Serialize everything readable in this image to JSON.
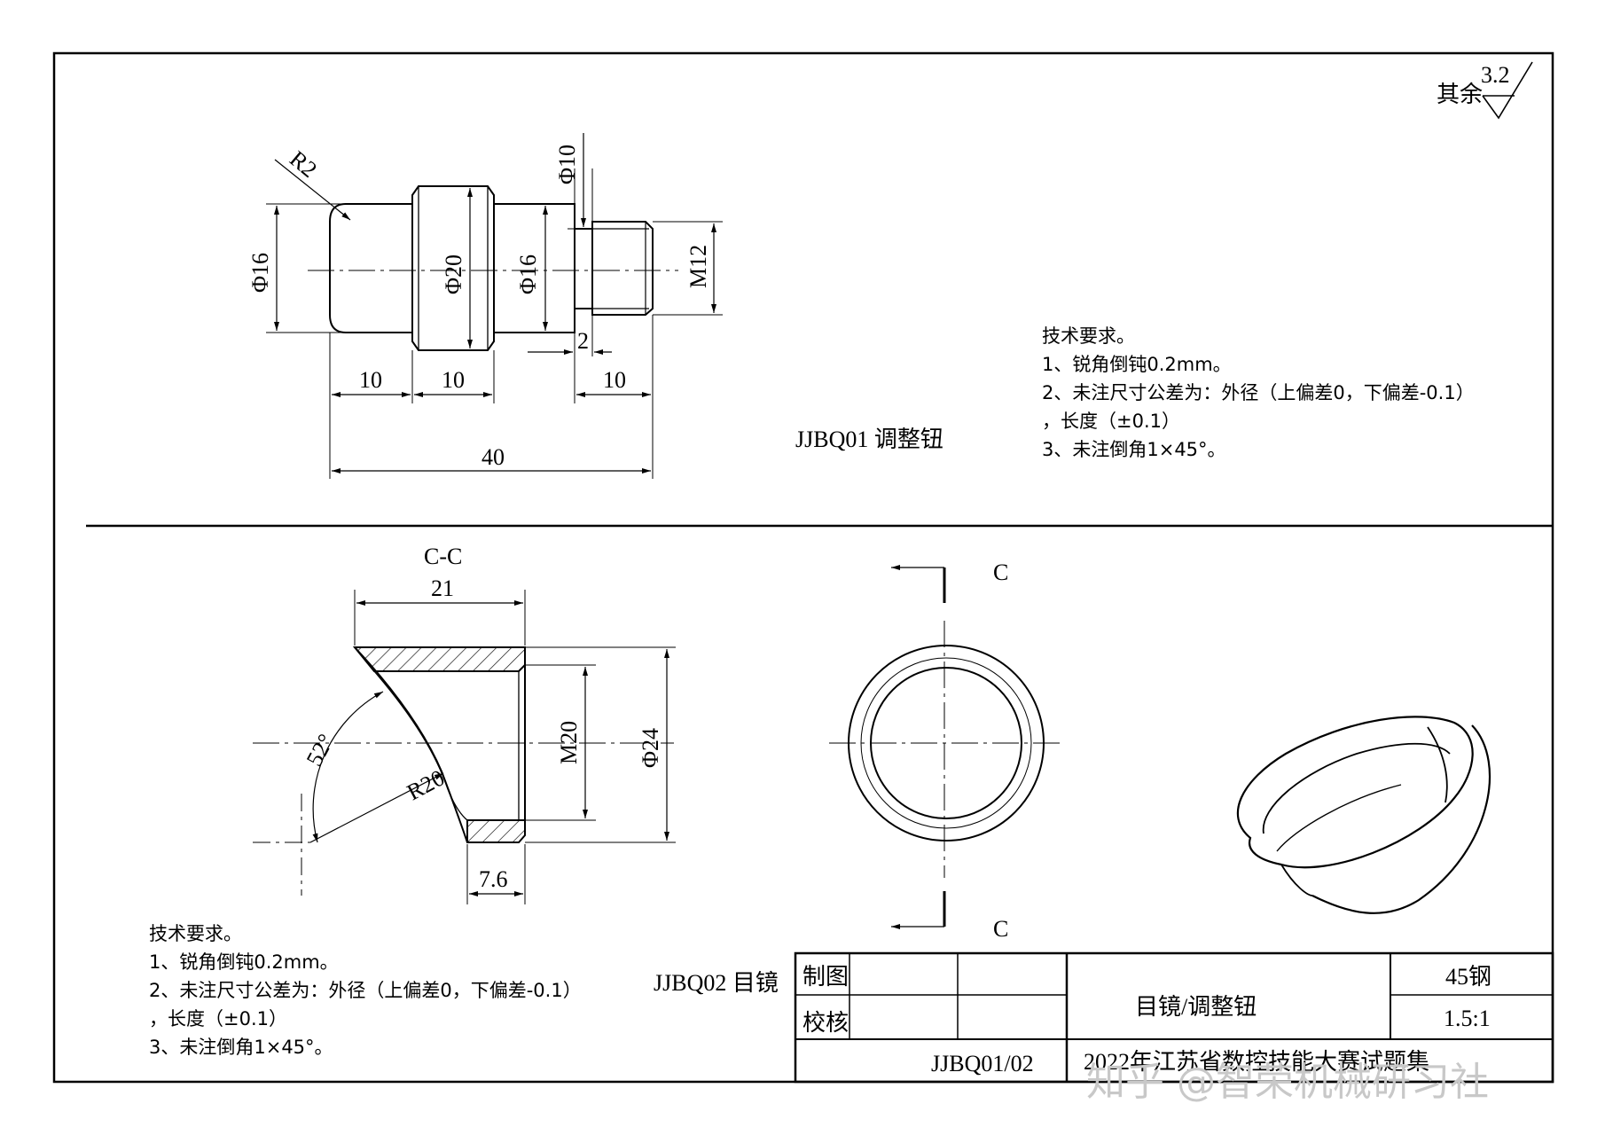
{
  "surface_roughness": {
    "label": "其余",
    "value": "3.2"
  },
  "part1": {
    "title": "JJBQ01 调整钮",
    "dims": {
      "r2": "R2",
      "d16_left": "Φ16",
      "d20": "Φ20",
      "d16_mid": "Φ16",
      "d10": "Φ10",
      "m12": "M12",
      "w10_a": "10",
      "w10_b": "10",
      "w10_c": "10",
      "w2": "2",
      "total": "40"
    },
    "tech": {
      "heading": "技术要求。",
      "line1": "1、锐角倒钝0.2mm。",
      "line2": "2、未注尺寸公差为：外径（上偏差0，下偏差-0.1）",
      "line3": "，长度（±0.1）",
      "line4": "3、未注倒角1×45°。"
    }
  },
  "part2": {
    "title": "JJBQ02 目镜",
    "section_label": "C-C",
    "view_label_top": "C",
    "view_label_bottom": "C",
    "dims": {
      "w21": "21",
      "angle": "52°",
      "r20": "R20",
      "m20": "M20",
      "d24": "Φ24",
      "w76": "7.6"
    },
    "tech": {
      "heading": "技术要求。",
      "line1": "1、锐角倒钝0.2mm。",
      "line2": "2、未注尺寸公差为：外径（上偏差0，下偏差-0.1）",
      "line3": "，长度（±0.1）",
      "line4": "3、未注倒角1×45°。"
    }
  },
  "title_block": {
    "drawn_label": "制图",
    "checked_label": "校核",
    "part_name": "目镜/调整钮",
    "material": "45钢",
    "scale": "1.5:1",
    "drawing_no": "JJBQ01/02",
    "competition": "2022年江苏省数控技能大赛试题集"
  },
  "watermark": "知乎 @智荣机械研习社"
}
